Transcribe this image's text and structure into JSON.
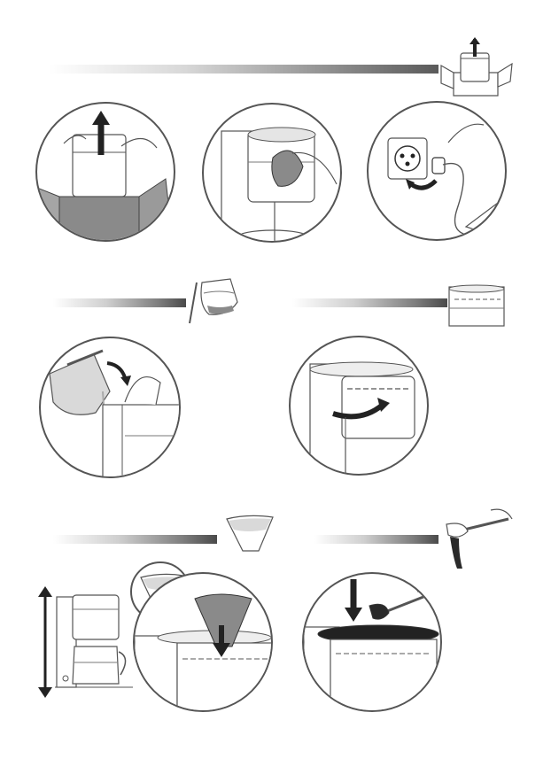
{
  "document": {
    "kind": "instruction-illustration-page",
    "steps": [
      {
        "id": "unpack",
        "icon": "unpack-box-icon"
      },
      {
        "id": "wipe",
        "icon": "wipe-cloth-icon"
      },
      {
        "id": "plug-in",
        "icon": "power-plug-icon"
      },
      {
        "id": "fill-water",
        "icon": "water-jug-icon"
      },
      {
        "id": "open-filter",
        "icon": "filter-holder-icon"
      },
      {
        "id": "insert-filter",
        "icon": "paper-filter-icon"
      },
      {
        "id": "add-coffee",
        "icon": "coffee-scoop-icon"
      }
    ]
  },
  "colors": {
    "outline": "#555555",
    "dark": "#2a2a2a",
    "mid": "#8a8a8a",
    "light": "#d9d9d9"
  }
}
